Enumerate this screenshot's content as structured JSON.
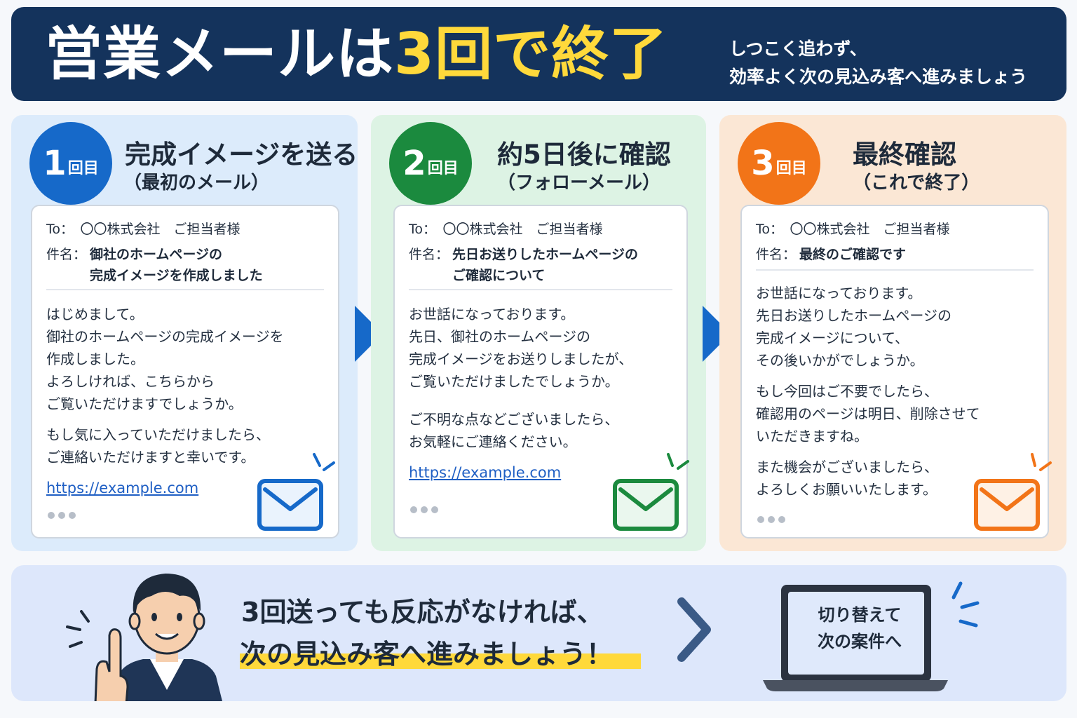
{
  "header": {
    "title_a": "営業メールは",
    "title_b": "3回で終了",
    "sub_line1": "しつこく追わず、",
    "sub_line2": "効率よく次の見込み客へ進みましょう"
  },
  "steps": [
    {
      "num": "1",
      "unit": "回目",
      "title": "完成イメージを送る",
      "subtitle": "（最初のメール）",
      "to": "To：　〇〇株式会社　ご担当者様",
      "subject_label": "件名：",
      "subject": [
        "御社のホームページの",
        "完成イメージを作成しました"
      ],
      "body": [
        [
          "はじめまして。",
          "御社のホームページの完成イメージを",
          "作成しました。",
          "よろしければ、こちらから",
          "ご覧いただけますでしょうか。"
        ],
        [
          "もし気に入っていただけましたら、",
          "ご連絡いただけますと幸いです。"
        ]
      ],
      "link": "https://example.com",
      "color": "#1669c9"
    },
    {
      "num": "2",
      "unit": "回目",
      "title": "約5日後に確認",
      "subtitle": "（フォローメール）",
      "to": "To：　〇〇株式会社　ご担当者様",
      "subject_label": "件名：",
      "subject": [
        "先日お送りしたホームページの",
        "ご確認について"
      ],
      "body": [
        [
          "お世話になっております。",
          "先日、御社のホームページの",
          "完成イメージをお送りしましたが、",
          "ご覧いただけましたでしょうか。"
        ],
        [
          "ご不明な点などございましたら、",
          "お気軽にご連絡ください。"
        ]
      ],
      "link": "https://example.com",
      "color": "#1b8a3e"
    },
    {
      "num": "3",
      "unit": "回目",
      "title": "最終確認",
      "subtitle": "（これで終了）",
      "to": "To：　〇〇株式会社　ご担当者様",
      "subject_label": "件名：",
      "subject": [
        "最終のご確認です"
      ],
      "body": [
        [
          "お世話になっております。",
          "先日お送りしたホームページの",
          "完成イメージについて、",
          "その後いかがでしょうか。"
        ],
        [
          "もし今回はご不要でしたら、",
          "確認用のページは明日、削除させて",
          "いただきますね。"
        ],
        [
          "また機会がございましたら、",
          "よろしくお願いいたします。"
        ]
      ],
      "color": "#f27418"
    }
  ],
  "footer": {
    "line1": "3回送っても反応がなければ、",
    "line2": "次の見込み客へ進みましょう！",
    "laptop_line1": "切り替えて",
    "laptop_line2": "次の案件へ"
  },
  "colors": {
    "header_bg": "#14335c",
    "accent_yellow": "#ffd93b",
    "step1": "#1669c9",
    "step2": "#1b8a3e",
    "step3": "#f27418"
  },
  "icons": [
    "envelope-icon",
    "chevron-right-icon",
    "laptop-icon",
    "sparkle-lines-icon"
  ]
}
